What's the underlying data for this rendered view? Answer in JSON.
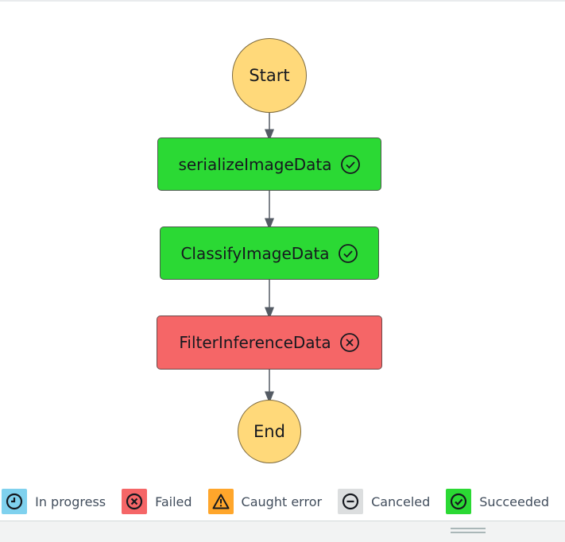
{
  "graph": {
    "start_label": "Start",
    "end_label": "End",
    "states": [
      {
        "name": "serializeImageData",
        "status": "succeeded",
        "icon": "check-circle-icon"
      },
      {
        "name": "ClassifyImageData",
        "status": "succeeded",
        "icon": "check-circle-icon"
      },
      {
        "name": "FilterInferenceData",
        "status": "failed",
        "icon": "x-circle-icon"
      }
    ]
  },
  "legend": [
    {
      "label": "In progress",
      "icon": "clock-icon",
      "color": "#7fd1ee"
    },
    {
      "label": "Failed",
      "icon": "x-circle-icon",
      "color": "#f56667"
    },
    {
      "label": "Caught error",
      "icon": "warning-icon",
      "color": "#ffa62b"
    },
    {
      "label": "Canceled",
      "icon": "minus-circle-icon",
      "color": "#dcdedf"
    },
    {
      "label": "Succeeded",
      "icon": "check-circle-icon",
      "color": "#2bd934"
    }
  ],
  "colors": {
    "start_end_fill": "#ffd97a",
    "succeeded": "#2bd934",
    "failed": "#f56667",
    "connector": "#545b64"
  }
}
